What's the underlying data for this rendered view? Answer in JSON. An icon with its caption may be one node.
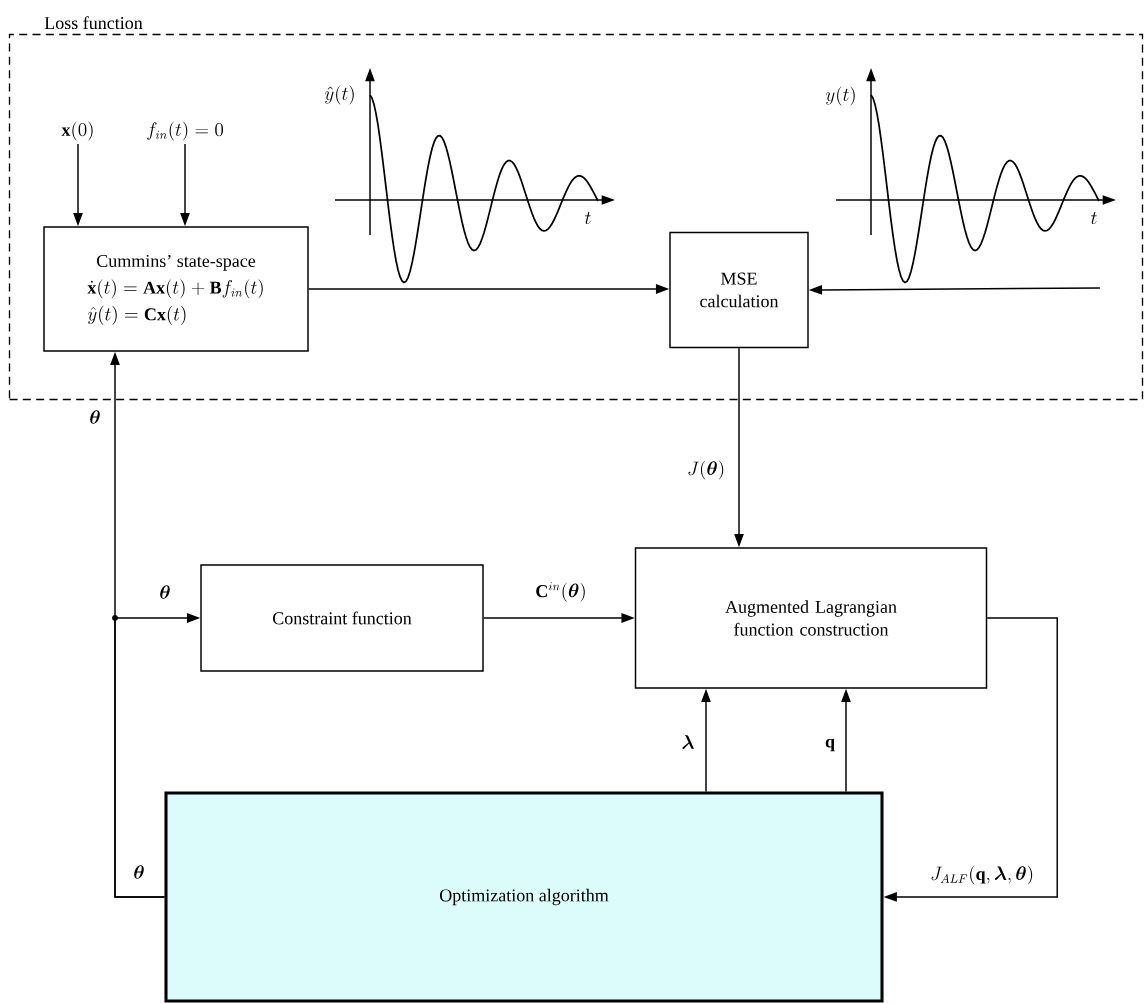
{
  "diagram": {
    "nodes": [
      {
        "text": [
          "Loss function"
        ]
      },
      {
        "text": [
          "Cummins’ state-space",
          "\\dot{\\mathbf{x}}(t)=\\mathbf{A}\\mathbf{x}(t)+\\mathbf{B}f_{in}(t)",
          "\\hat{y}(t)=\\mathbf{C}\\mathbf{x}(t)"
        ],
        "in": 0
      },
      {
        "text": [
          "\\mathbf{x}(0)"
        ],
        "in": 0
      },
      {
        "text": [
          "f_{in}(t)=0"
        ],
        "in": 0
      },
      {
        "text": [
          "MSE calculation"
        ],
        "in": 0
      },
      {
        "text": [
          "Constraint function"
        ]
      },
      {
        "text": [
          "Augmented Lagrangian function construction"
        ]
      },
      {
        "text": [
          "Optimization algorithm"
        ]
      }
    ],
    "edges": [
      {
        "from": 2,
        "to": 1,
        "arrow": "to"
      },
      {
        "from": 3,
        "to": 1,
        "arrow": "to"
      },
      {
        "from": 1,
        "to": 4,
        "arrow": "to"
      },
      {
        "from": null,
        "to": 4,
        "arrow": "to"
      },
      {
        "from": 4,
        "to": 6,
        "arrow": "to",
        "label": "J(\\boldsymbol{\\theta})"
      },
      {
        "from": 5,
        "to": 6,
        "arrow": "to",
        "label": "\\mathbf{C}^{in}(\\boldsymbol{\\theta})"
      },
      {
        "from": 7,
        "to": 6,
        "arrow": "to",
        "label": "\\boldsymbol{\\lambda}"
      },
      {
        "from": 7,
        "to": 6,
        "arrow": "to",
        "label": "\\mathbf{q}"
      },
      {
        "from": 6,
        "to": 7,
        "arrow": "to",
        "label": "J_{ALF}(\\mathbf{q},\\boldsymbol{\\lambda},\\boldsymbol{\\theta})"
      },
      {
        "from": 7,
        "to": 1,
        "arrow": "to",
        "label": "\\boldsymbol{\\theta}"
      },
      {
        "from": 7,
        "to": 5,
        "arrow": "to",
        "label": "\\boldsymbol{\\theta}"
      }
    ],
    "labels": [
      "\\hat{y}(t)",
      "t",
      "y(t)",
      "t",
      "\\boldsymbol{\\theta}"
    ]
  }
}
